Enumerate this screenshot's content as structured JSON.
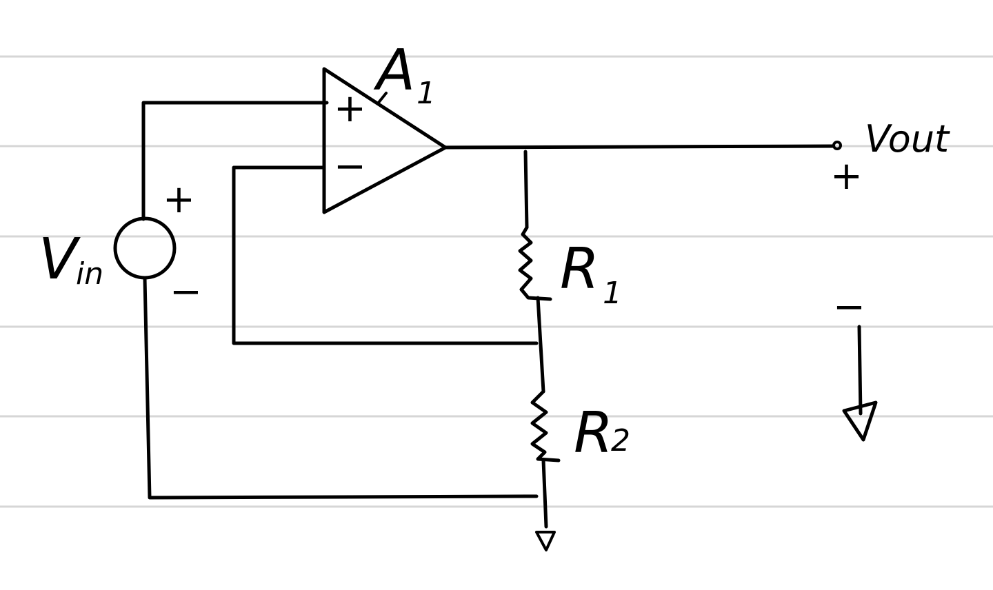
{
  "diagram": {
    "labels": {
      "amplifier_main": "A",
      "amplifier_sub": "1",
      "source_main": "V",
      "source_sub": "in",
      "output_label": "Vout",
      "r1_main": "R",
      "r1_sub": "1",
      "r2_main": "R",
      "r2_sub": "2"
    },
    "signs": {
      "opamp_plus": "+",
      "opamp_minus": "−",
      "source_plus": "+",
      "source_minus": "−",
      "output_plus": "+",
      "output_minus": "−"
    }
  }
}
